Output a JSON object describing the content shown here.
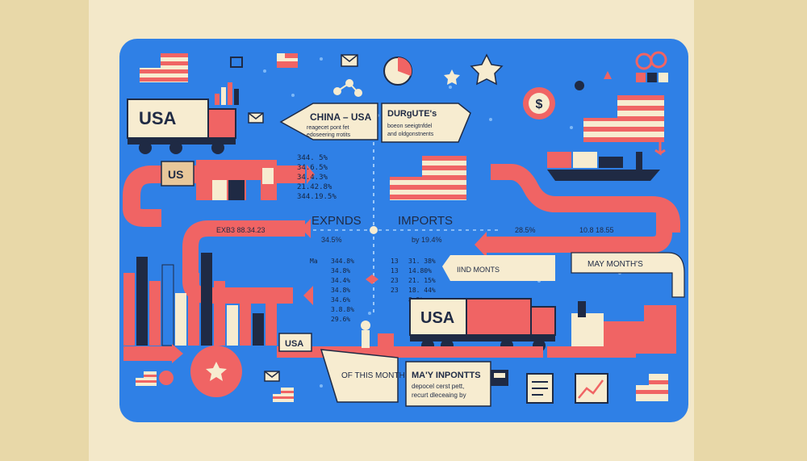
{
  "labels": {
    "usa_truck_top": "USA",
    "china_usa_title": "CHINA – USA",
    "china_usa_sub1": "reagecet pont fet",
    "china_usa_sub2": "edoseering rrotits",
    "durgute_title": "DURgUTE's",
    "durgute_sub1": "boeon seeigtnfdel",
    "durgute_sub2": "and oldgonstnents",
    "us_box": "US",
    "exports": "EXPNDS",
    "imports": "IMPORTS",
    "exp_bar_label": "EXB3 88.34.23",
    "imp_bar_label": "10.8 18.55",
    "imp_pct_left": "28.5%",
    "exp_sub": "34.5%",
    "imp_sub": "by 19.4%",
    "ind_months": "IIND MONTS",
    "may_months": "MAY MONTH'S",
    "usa_truck_bottom": "USA",
    "usa_small": "USA",
    "of_this_month": "OF THIS MONTH",
    "may_imports_title": "MA'Y INPONTTS",
    "may_imports_sub1": "depocel cerst pett,",
    "may_imports_sub2": "recurt dleceaing by"
  },
  "stats_top": [
    "344. 5%",
    "34.6.5%",
    "34.4.3%",
    "21.42.8%",
    "344.19.5%"
  ],
  "stats_left": [
    "344.8%",
    "34.8%",
    "34.4%",
    "34.8%",
    "34.6%",
    "3.8.8%",
    "29.6%"
  ],
  "stats_left_prefix": [
    "Ma",
    "",
    "",
    "",
    "",
    "",
    ""
  ],
  "stats_right": [
    "31. 38%",
    "14.80%",
    "21. 15%",
    "18. 44%",
    "8.5%"
  ],
  "stats_right_prefix": [
    "13",
    "13",
    "23",
    "23",
    ""
  ],
  "colors": {
    "board": "#2f80e6",
    "red": "#f06464",
    "cream": "#f7ecd0",
    "dark": "#1f2a44"
  }
}
